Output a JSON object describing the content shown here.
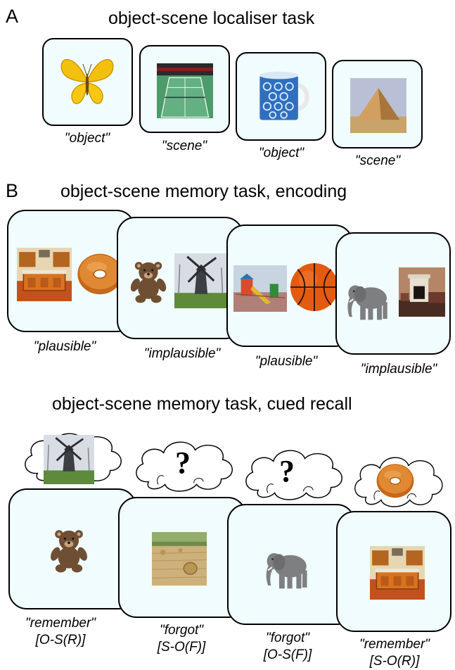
{
  "panel_a": {
    "letter": "A",
    "title": "object-scene localiser task",
    "cards": [
      {
        "image": "butterfly-icon",
        "label": "\"object\""
      },
      {
        "image": "tennis-court-icon",
        "label": "\"scene\""
      },
      {
        "image": "mug-icon",
        "label": "\"object\""
      },
      {
        "image": "pyramid-icon",
        "label": "\"scene\""
      }
    ]
  },
  "panel_b": {
    "letter": "B",
    "encoding_title": "object-scene memory task, encoding",
    "encoding_cards": [
      {
        "images": [
          "kitchen-icon",
          "bagel-icon"
        ],
        "label": "\"plausible\""
      },
      {
        "images": [
          "teddy-bear-icon",
          "windmill-icon"
        ],
        "label": "\"implausible\""
      },
      {
        "images": [
          "playground-icon",
          "basketball-icon"
        ],
        "label": "\"plausible\""
      },
      {
        "images": [
          "elephant-icon",
          "living-room-icon"
        ],
        "label": "\"implausible\""
      }
    ],
    "recall_title": "object-scene memory task, cued recall",
    "recall_cards": [
      {
        "cue": "teddy-bear-icon",
        "thought": "windmill-icon",
        "label": "\"remember\"",
        "code": "[O-S(R)]"
      },
      {
        "cue": "hay-field-icon",
        "thought": "?",
        "label": "\"forgot\"",
        "code": "[S-O(F)]"
      },
      {
        "cue": "elephant-icon",
        "thought": "?",
        "label": "\"forgot\"",
        "code": "[O-S(F)]"
      },
      {
        "cue": "kitchen-icon",
        "thought": "bagel-icon",
        "label": "\"remember\"",
        "code": "[S-O(R)]"
      }
    ]
  },
  "colors": {
    "card_fill": "#f0fcfd",
    "stroke": "#000000"
  }
}
